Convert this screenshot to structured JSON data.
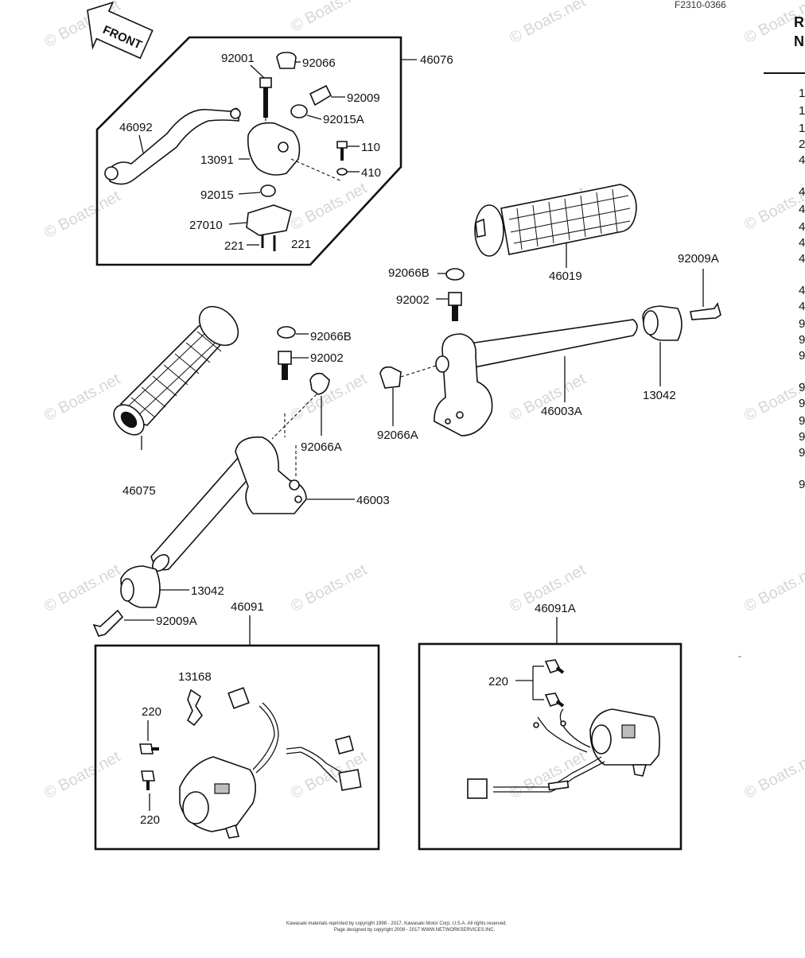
{
  "diagram": {
    "ref_code": "F2310-0366",
    "front_label": "FRONT",
    "watermark": "© Boats.net",
    "side_header": [
      "R",
      "N"
    ],
    "side_column": [
      "1",
      "1",
      "1",
      "2",
      "4",
      "4",
      "4",
      "4",
      "4",
      "4",
      "4",
      "4",
      "9",
      "9",
      "9",
      "9",
      "9",
      "9",
      "9",
      "9",
      "9"
    ],
    "footer_line1": "Kawasaki materials reprinted by copyright 1998 - 2017, Kawasaki Motor Corp. U.S.A. All rights reserved.",
    "footer_line2": "Page designed by copyright 2008 - 2017 WWW.NETWORKSERVICES.INC."
  },
  "labels": {
    "l92001": "92001",
    "l92066": "92066",
    "l46076": "46076",
    "l92009": "92009",
    "l92015A": "92015A",
    "l46092": "46092",
    "l110": "110",
    "l13091": "13091",
    "l410": "410",
    "l92015": "92015",
    "l27010": "27010",
    "l221a": "221",
    "l221b": "221",
    "l46019": "46019",
    "l92066B_r": "92066B",
    "l92009A_r": "92009A",
    "l92002_r": "92002",
    "l92066B_l": "92066B",
    "l92002_l": "92002",
    "l13042_r": "13042",
    "l46003A": "46003A",
    "l92066A_r": "92066A",
    "l92066A_l": "92066A",
    "l46075": "46075",
    "l46003": "46003",
    "l13042_l": "13042",
    "l92009A_l": "92009A",
    "l46091": "46091",
    "l46091A": "46091A",
    "l13168": "13168",
    "l220a": "220",
    "l220b": "220",
    "l220c": "220"
  }
}
